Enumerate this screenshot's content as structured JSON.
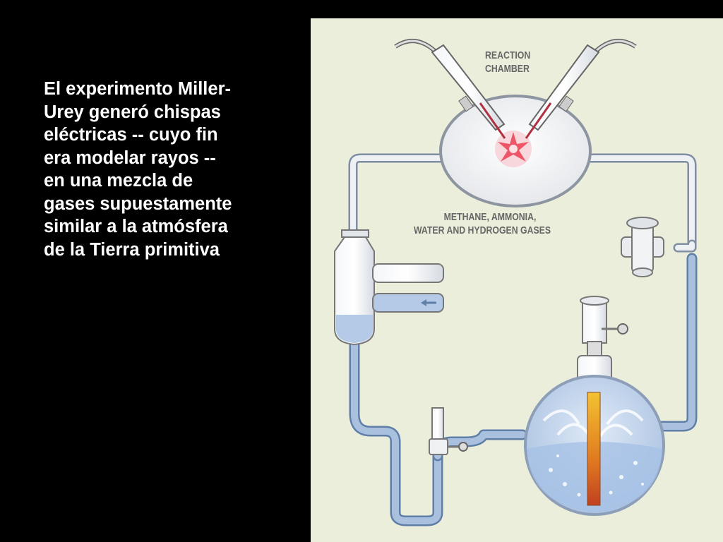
{
  "caption": "El experimento Miller-\nUrey generó chispas\neléctricas -- cuyo fin\nera modelar rayos --\nen una mezcla de\ngases supuestamente\nsimilar a la atmósfera\nde la Tierra primitiva",
  "diagram": {
    "label_chamber_1": "REACTION",
    "label_chamber_2": "CHAMBER",
    "label_gases_1": "METHANE, AMMONIA,",
    "label_gases_2": "WATER AND HYDROGEN GASES"
  },
  "colors": {
    "background": "#000000",
    "panel": "#eceedc",
    "tube": "#9fb6d6",
    "spark": "#ee5566"
  }
}
